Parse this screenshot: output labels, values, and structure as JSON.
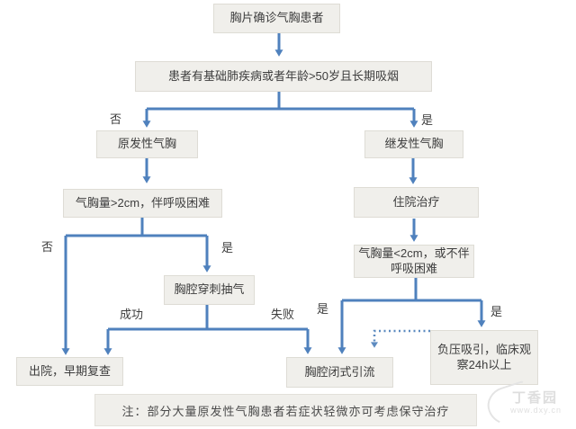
{
  "flowchart": {
    "nodes": [
      {
        "id": "confirm",
        "label": "胸片确诊气胸患者"
      },
      {
        "id": "risk",
        "label": "患者有基础肺疾病或者年龄>50岁且长期吸烟"
      },
      {
        "id": "primary",
        "label": "原发性气胸"
      },
      {
        "id": "secondary",
        "label": "继发性气胸"
      },
      {
        "id": "gt2cm",
        "label": "气胸量>2cm，伴呼吸困难"
      },
      {
        "id": "hospital",
        "label": "住院治疗"
      },
      {
        "id": "lt2cm",
        "label": "气胸量<2cm，或不伴呼吸困难"
      },
      {
        "id": "aspiration",
        "label": "胸腔穿刺抽气"
      },
      {
        "id": "discharge",
        "label": "出院，早期复查"
      },
      {
        "id": "drainage",
        "label": "胸腔闭式引流"
      },
      {
        "id": "suction",
        "label": "负压吸引，临床观察24h以上"
      }
    ],
    "edge_labels": [
      {
        "id": "no-1",
        "text": "否"
      },
      {
        "id": "yes-1",
        "text": "是"
      },
      {
        "id": "no-2",
        "text": "否"
      },
      {
        "id": "yes-2",
        "text": "是"
      },
      {
        "id": "success",
        "text": "成功"
      },
      {
        "id": "failure",
        "text": "失败"
      },
      {
        "id": "yes-3",
        "text": "是"
      },
      {
        "id": "yes-4",
        "text": "是"
      }
    ],
    "note": "注：部分大量原发性气胸患者若症状轻微亦可考虑保守治疗"
  },
  "watermark": {
    "brand": "丁香园",
    "url": "www.dxy.cn"
  },
  "colors": {
    "arrow": "#4f81bd",
    "box_bg": "#f0efeb",
    "box_border": "#dedcd5",
    "text": "#3d3d3d"
  }
}
